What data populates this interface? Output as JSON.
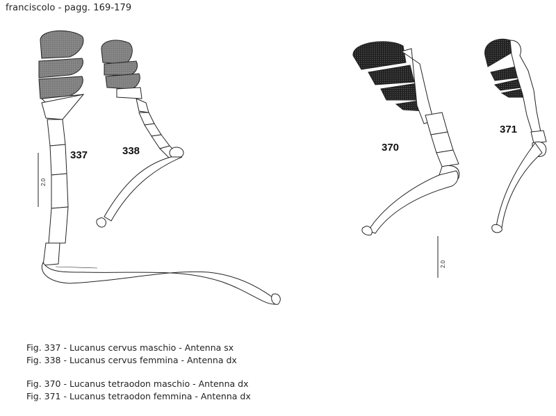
{
  "header": {
    "title": "franciscolo - pagg. 169-179"
  },
  "figures": [
    {
      "id": "337",
      "label": "337",
      "scale": "2.0"
    },
    {
      "id": "338",
      "label": "338"
    },
    {
      "id": "370",
      "label": "370",
      "scale": "2.0"
    },
    {
      "id": "371",
      "label": "371"
    }
  ],
  "captions": {
    "group1": [
      "Fig. 337 - Lucanus cervus maschio - Antenna sx",
      "Fig. 338 - Lucanus cervus femmina - Antenna dx"
    ],
    "group2": [
      "Fig. 370 - Lucanus tetraodon maschio - Antenna dx",
      "Fig. 371 - Lucanus tetraodon femmina - Antenna dx"
    ]
  },
  "colors": {
    "stipple_light": "#7a7a7a",
    "stipple_dark": "#1c1c1c",
    "line": "#222222"
  }
}
